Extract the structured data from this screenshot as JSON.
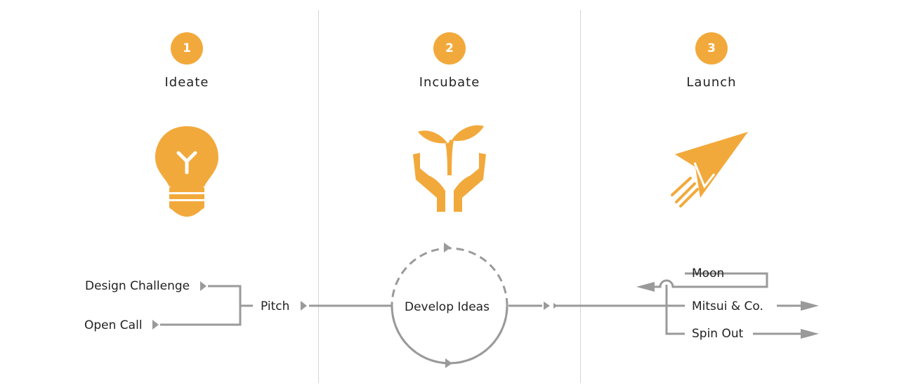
{
  "colors": {
    "accent": "#f2a93b",
    "line": "#9a9a9a",
    "divider": "#d4d4d4"
  },
  "steps": [
    {
      "number": "1",
      "title": "Ideate",
      "icon": "lightbulb-icon"
    },
    {
      "number": "2",
      "title": "Incubate",
      "icon": "sprout-in-hands-icon"
    },
    {
      "number": "3",
      "title": "Launch",
      "icon": "paper-plane-icon"
    }
  ],
  "flow": {
    "inputs": [
      "Design Challenge",
      "Open Call"
    ],
    "pitch": "Pitch",
    "develop": "Develop Ideas",
    "outcomes": [
      "Moon",
      "Mitsui & Co.",
      "Spin Out"
    ]
  }
}
